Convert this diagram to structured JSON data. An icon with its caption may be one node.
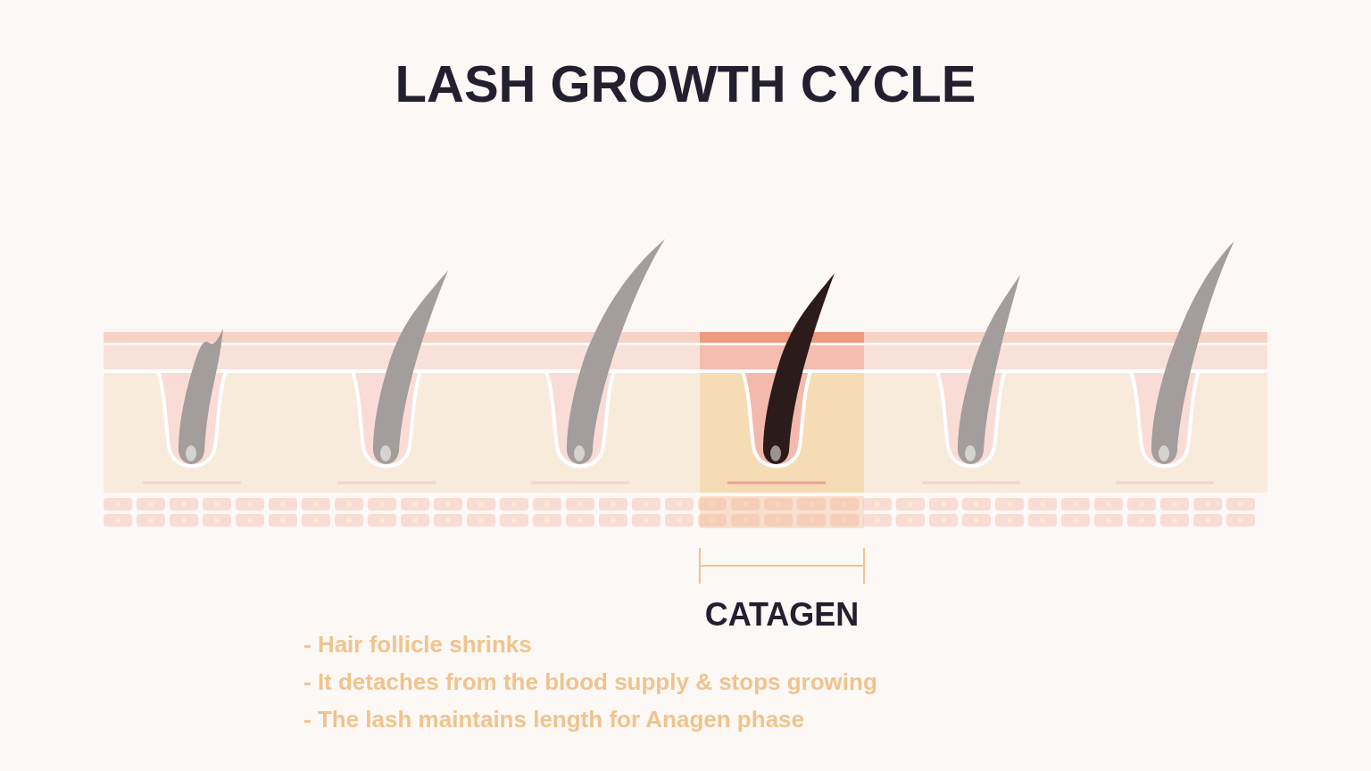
{
  "diagram": {
    "title": "LASH GROWTH CYCLE",
    "labels": [
      "CATAGEN",
      "- Hair follicle shrinks",
      "- It detaches from the blood supply & stops growing",
      "- The lash maintains length for Anagen phase"
    ]
  }
}
